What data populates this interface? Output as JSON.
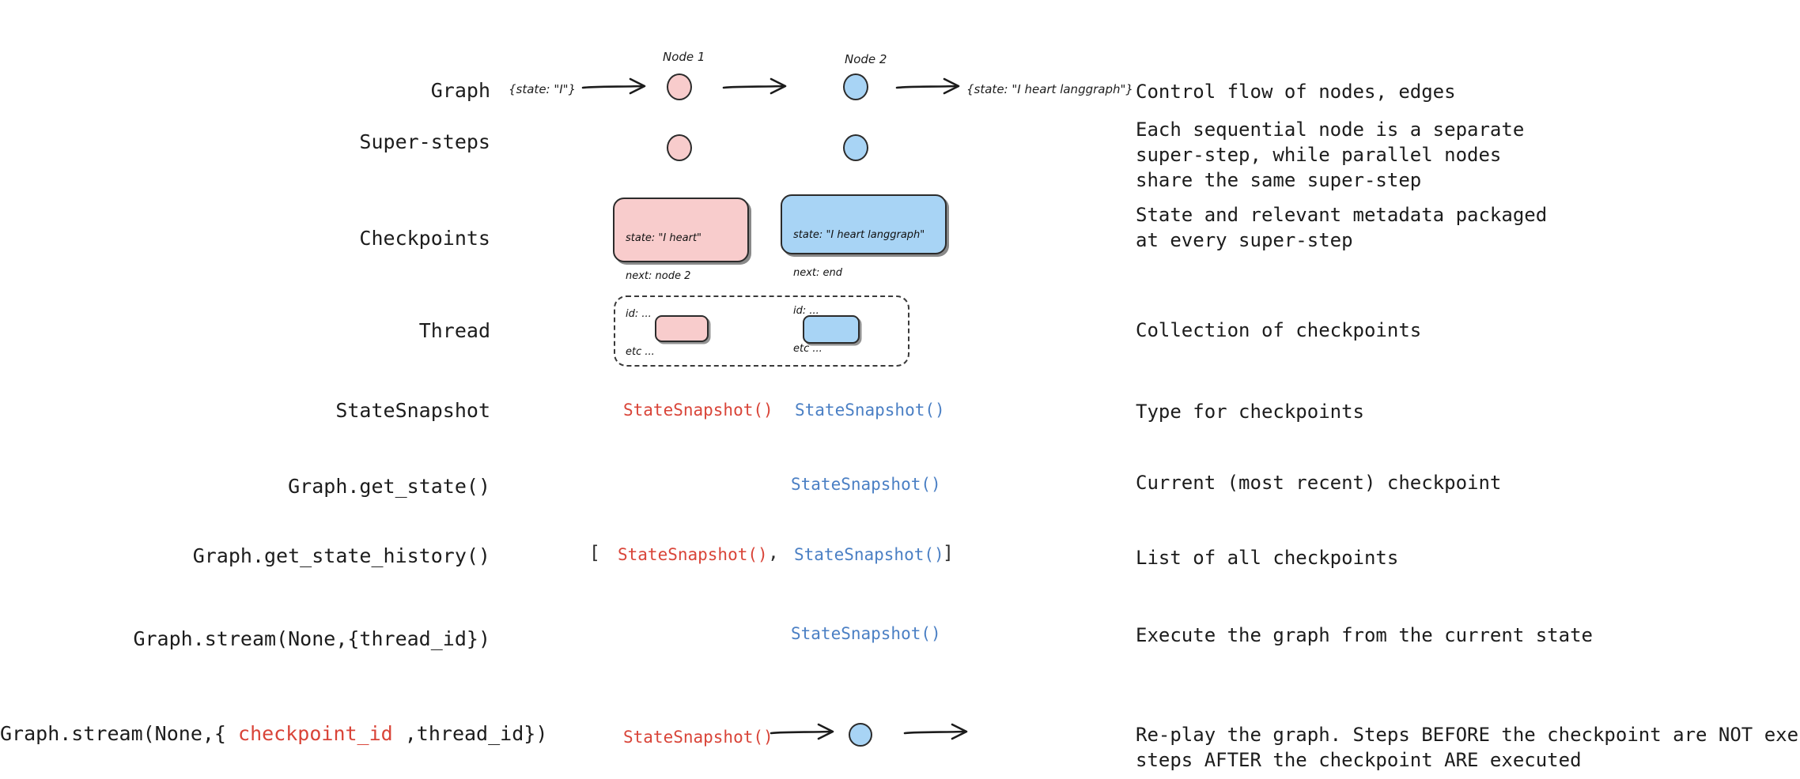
{
  "diagram": {
    "title_concepts": [
      "Graph",
      "Super-steps",
      "Checkpoints",
      "Thread",
      "StateSnapshot"
    ],
    "node_labels": {
      "node1": "Node 1",
      "node2": "Node 2"
    },
    "state_annotations": {
      "input": "{state: \"I\"}",
      "output": "{state: \"I heart langgraph\"}"
    },
    "checkpoints": {
      "pink": {
        "line1": "state: \"I heart\"",
        "line2": "next: node 2",
        "line3": "id: ...",
        "line4": "etc ..."
      },
      "blue": {
        "line1": "state: \"I heart langgraph\"",
        "line2": "next: end",
        "line3": "id: ...",
        "line4": "etc ..."
      }
    },
    "snapshot_token": "StateSnapshot()",
    "list_open_bracket": "[",
    "list_comma": ",",
    "list_close_bracket": "]"
  },
  "rows": [
    {
      "id": "graph",
      "label": "Graph",
      "description": "Control flow of nodes, edges"
    },
    {
      "id": "super-steps",
      "label": "Super-steps",
      "description": "Each sequential node is a separate\nsuper-step, while parallel nodes\nshare the same super-step"
    },
    {
      "id": "checkpoints",
      "label": "Checkpoints",
      "description": "State and relevant metadata packaged\nat every super-step"
    },
    {
      "id": "thread",
      "label": "Thread",
      "description": "Collection of checkpoints"
    },
    {
      "id": "statesnapshot",
      "label": "StateSnapshot",
      "description": "Type for checkpoints"
    },
    {
      "id": "get-state",
      "label": "Graph.get_state()",
      "description": "Current (most recent) checkpoint"
    },
    {
      "id": "get-state-history",
      "label": "Graph.get_state_history()",
      "description": "List of all checkpoints"
    },
    {
      "id": "stream-thread",
      "label": "Graph.stream(None,{thread_id})",
      "description": "Execute the graph from the current state"
    },
    {
      "id": "stream-checkpoint",
      "label_prefix": "Graph.stream(None,{ ",
      "label_highlight": "checkpoint_id",
      "label_suffix": " ,thread_id})",
      "description": "Re-play the graph. Steps BEFORE the checkpoint are NOT executed,\nsteps AFTER the checkpoint ARE executed"
    }
  ],
  "colors": {
    "pink_fill": "#f8cccc",
    "blue_fill": "#a8d4f5",
    "stroke": "#2b2b2b",
    "snapshot_red": "#d94438",
    "snapshot_blue": "#4a7fc4",
    "text": "#1c1c1c",
    "background": "#ffffff"
  }
}
